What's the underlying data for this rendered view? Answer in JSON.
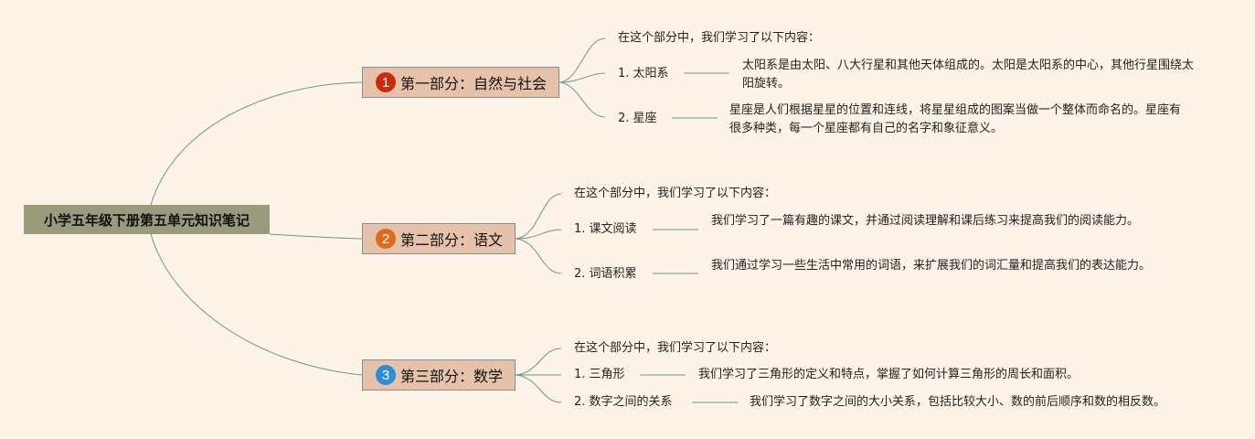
{
  "root": {
    "title": "小学五年级下册第五单元知识笔记"
  },
  "colors": {
    "badge1": "#cc2a10",
    "badge2": "#e0691b",
    "badge3": "#2a8fd6",
    "line": "#6a9a80"
  },
  "branches": [
    {
      "number": "1",
      "label": "第一部分：自然与社会",
      "intro": "在这个部分中，我们学习了以下内容：",
      "items": [
        {
          "label": "1. 太阳系",
          "desc": "太阳系是由太阳、八大行星和其他天体组成的。太阳是太阳系的中心，其他行星围绕太阳旋转。"
        },
        {
          "label": "2. 星座",
          "desc": "星座是人们根据星星的位置和连线，将星星组成的图案当做一个整体而命名的。星座有很多种类，每一个星座都有自己的名字和象征意义。"
        }
      ]
    },
    {
      "number": "2",
      "label": "第二部分：语文",
      "intro": "在这个部分中，我们学习了以下内容：",
      "items": [
        {
          "label": "1. 课文阅读",
          "desc": "我们学习了一篇有趣的课文，并通过阅读理解和课后练习来提高我们的阅读能力。"
        },
        {
          "label": "2. 词语积累",
          "desc": "我们通过学习一些生活中常用的词语，来扩展我们的词汇量和提高我们的表达能力。"
        }
      ]
    },
    {
      "number": "3",
      "label": "第三部分：数学",
      "intro": "在这个部分中，我们学习了以下内容：",
      "items": [
        {
          "label": "1. 三角形",
          "desc": "我们学习了三角形的定义和特点，掌握了如何计算三角形的周长和面积。"
        },
        {
          "label": "2. 数字之间的关系",
          "desc": "我们学习了数字之间的大小关系，包括比较大小、数的前后顺序和数的相反数。"
        }
      ]
    }
  ]
}
